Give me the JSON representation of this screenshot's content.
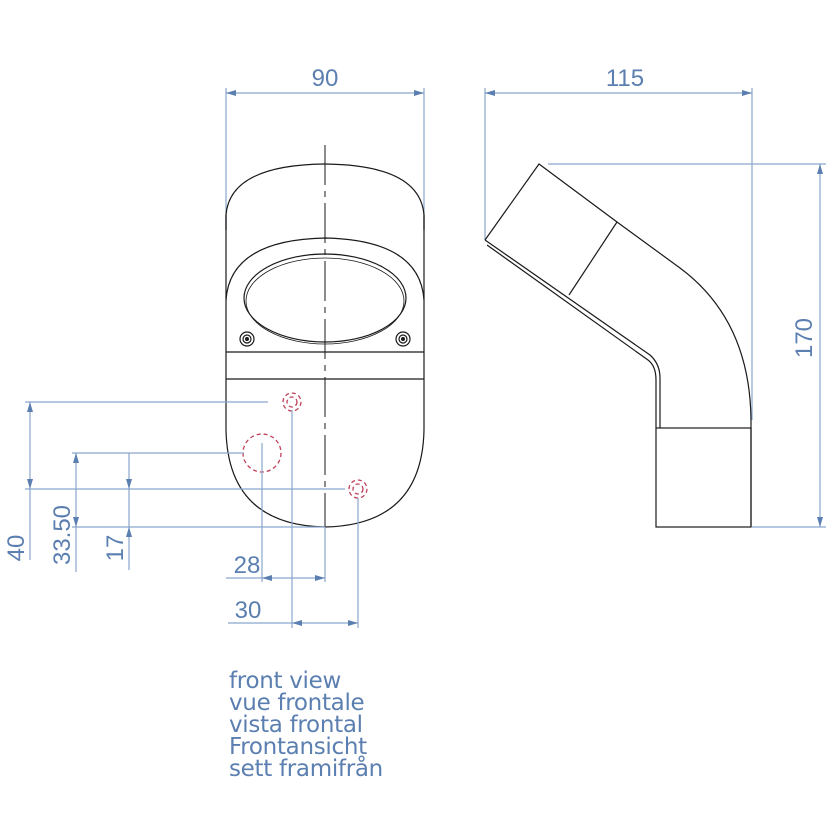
{
  "drawing": {
    "front_view": {
      "overall_width": "90",
      "hole_offsets_vertical": [
        "40",
        "33.50",
        "17"
      ],
      "hole_offsets_horizontal": [
        "28",
        "30"
      ]
    },
    "side_view": {
      "depth": "115",
      "height": "170"
    }
  },
  "colors": {
    "dimension": "#5b7fb0",
    "outline": "#1a1a1a",
    "hole": "#c0405a"
  },
  "caption": {
    "lines": [
      "front view",
      "vue frontale",
      "vista frontal",
      "Frontansicht",
      "sett framifrån"
    ]
  }
}
